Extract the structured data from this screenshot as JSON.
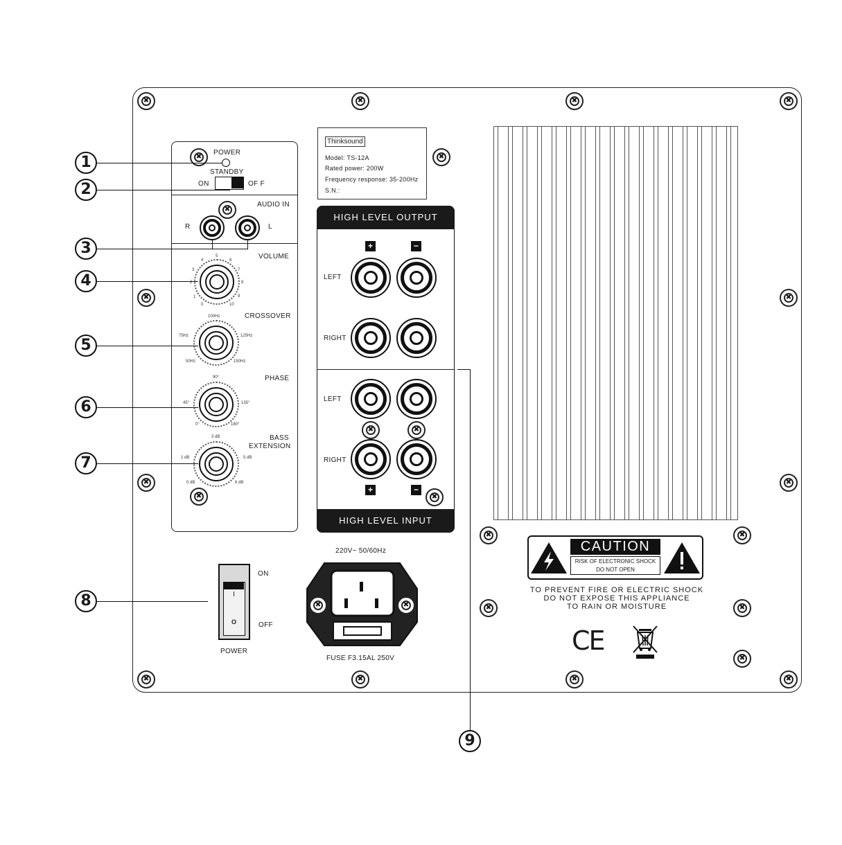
{
  "callouts": [
    "1",
    "2",
    "3",
    "4",
    "5",
    "6",
    "7",
    "8",
    "9"
  ],
  "power_indicator": {
    "power": "POWER",
    "standby": "STANDBY"
  },
  "standby_switch": {
    "on": "ON",
    "off": "OF F"
  },
  "audio_in": {
    "title": "AUDIO IN",
    "right": "R",
    "left": "L"
  },
  "volume": {
    "title": "VOLUME",
    "ticks": [
      "0",
      "1",
      "2",
      "3",
      "4",
      "5",
      "6",
      "7",
      "8",
      "9",
      "10"
    ]
  },
  "crossover": {
    "title": "CROSSOVER",
    "ticks": [
      "50Hz",
      "75Hz",
      "100Hz",
      "125Hz",
      "150Hz"
    ]
  },
  "phase": {
    "title": "PHASE",
    "ticks": [
      "0°",
      "45°",
      "90°",
      "135°",
      "180°"
    ]
  },
  "bass_extension": {
    "title_line1": "BASS",
    "title_line2": "EXTENSION",
    "ticks": [
      "0 dB",
      "1 dB",
      "3 dB",
      "5 dB",
      "6 dB"
    ]
  },
  "label_plate": {
    "brand": "Thinksound",
    "model": "Model: TS-12A",
    "rated_power": "Rated power: 200W",
    "frequency_response": "Frequency response: 35-200Hz",
    "serial": "S.N.:"
  },
  "high_level_output": {
    "title": "HIGH   LEVEL   OUTPUT",
    "left": "LEFT",
    "right": "RIGHT",
    "plus": "+",
    "minus": "−"
  },
  "high_level_input": {
    "title": "HIGH   LEVEL   INPUT",
    "left": "LEFT",
    "right": "RIGHT",
    "plus": "+",
    "minus": "−"
  },
  "mains": {
    "voltage": "220V~ 50/60Hz",
    "fuse": "FUSE F3.15AL 250V"
  },
  "power_switch": {
    "on": "ON",
    "off": "OFF",
    "label": "POWER",
    "mark_on": "I",
    "mark_off": "O"
  },
  "caution": {
    "title": "CAUTION",
    "sub1": "RISK OF ELECTRONIC SHOCK",
    "sub2": "DO NOT OPEN",
    "warn1": "TO PREVENT FIRE OR ELECTRIC SHOCK",
    "warn2": "DO NOT EXPOSE THIS APPLIANCE",
    "warn3": "TO RAIN OR MOISTURE"
  },
  "marks": {
    "ce": "CE"
  }
}
